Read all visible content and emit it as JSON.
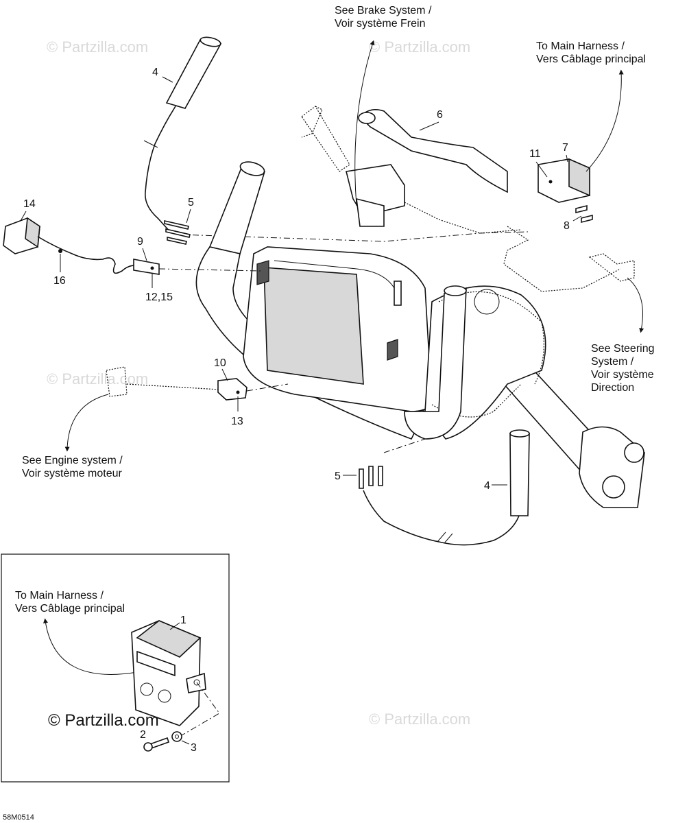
{
  "callouts": {
    "brake": "See Brake System /",
    "brake_fr": "Voir système Frein",
    "main_harness_top": "To Main Harness /",
    "main_harness_top_fr": "Vers Câblage principal",
    "steering_1": "See Steering",
    "steering_2": "System /",
    "steering_3": "Voir système",
    "steering_4": "Direction",
    "engine": "See Engine system /",
    "engine_fr": "Voir système moteur",
    "main_harness_inset": "To Main Harness /",
    "main_harness_inset_fr": "Vers Câblage principal"
  },
  "part_numbers": {
    "p1": "1",
    "p2": "2",
    "p3": "3",
    "p4_top": "4",
    "p4_bottom": "4",
    "p5_top": "5",
    "p5_bottom": "5",
    "p6": "6",
    "p7": "7",
    "p8": "8",
    "p9": "9",
    "p10": "10",
    "p11": "11",
    "p12_15": "12,15",
    "p13": "13",
    "p14": "14",
    "p16": "16"
  },
  "watermarks": {
    "small": "© Partzilla.com",
    "inset": "© Partzilla.com"
  },
  "drawing_code": "58M0514"
}
